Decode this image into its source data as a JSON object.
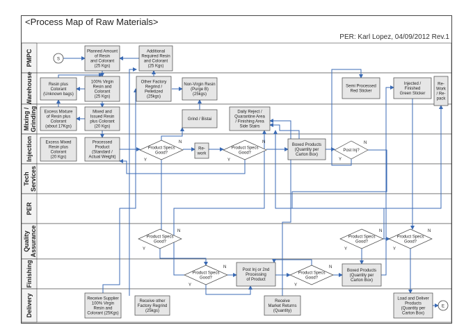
{
  "title": "<Process Map of Raw Materials>",
  "meta": "PER:  Karl Lopez, 04/09/2012 Rev.1",
  "lanes": [
    "PMPC",
    "Warehouse",
    "Mixing / Grinding",
    "Injection",
    "Tech Services",
    "PER",
    "Quality Assurance",
    "Finishing",
    "Delivery"
  ],
  "terminals": {
    "start": "S",
    "end": "E"
  },
  "boxes": {
    "planned": [
      "Planned Amount",
      "of Resin",
      "and Colorant",
      "(25 Kgs)"
    ],
    "additional": [
      "Additional",
      "Required Resin",
      "and Colorant",
      "(25 Kgs)"
    ],
    "resin_plus_colorant": [
      "Resin plus",
      "Colorant",
      "(Unknown bags)"
    ],
    "virgin_resin": [
      "100% Virgin",
      "Resin and",
      "Colorant",
      "(25 Kgs)"
    ],
    "other_factory": [
      "Other Factory",
      "Regrind /",
      "Pelletized",
      "(25kgs)"
    ],
    "non_virgin": [
      "Non-Virgin Resin",
      "(Purge B)",
      "(25kgs)"
    ],
    "semi_processed": [
      "Semi Processed",
      "Red Sticker"
    ],
    "injected_finished": [
      "Injected /",
      "Finished",
      "Green Sticker"
    ],
    "rework_repack": [
      "Re-",
      "Work",
      "/ Re-",
      "pack"
    ],
    "excess_mixture": [
      "Excess Mixture",
      "of Resin plus",
      "Colorant",
      "(about 17Kgs)"
    ],
    "mixed_issued": [
      "Mixed and",
      "Issued Resin",
      "plus Colorant",
      "(20 Kgs)"
    ],
    "grind_bistai": [
      "Grind / Bistai"
    ],
    "daily_reject": [
      "Daily Reject /",
      "Quarantine Area",
      "/ Finishing Area",
      "Side Stairs"
    ],
    "excess_mixed": [
      "Excess Mixed",
      "Resin plus",
      "Colorant",
      "(20 Kgs)"
    ],
    "processed_product": [
      "Processed",
      "Product",
      "(Standard /",
      "Actual Weight)"
    ],
    "rework": [
      "Re-",
      "work"
    ],
    "boxed_injection": [
      "Boxed Products",
      "(Quantity per",
      "Carton Box)"
    ],
    "post_inj_processing": [
      "Post Inj or 2nd",
      "Processing",
      "of Product"
    ],
    "boxed_finishing": [
      "Boxed Products",
      "(Quantity per",
      "Carton Box)"
    ],
    "receive_supplier": [
      "Receive Supplier",
      "100% Virgin",
      "Resin and",
      "Colorant (25Kgs)"
    ],
    "receive_other": [
      "Receive other",
      "Factory Regrind",
      "(25kgs)"
    ],
    "receive_returns": [
      "Receive",
      "Market Returns",
      "(Quantity)"
    ],
    "load_deliver": [
      "Load and Deliver",
      "Products",
      "(Quantity per",
      "Carton Box)"
    ]
  },
  "decisions": {
    "inj_specs1": [
      "Product Specs",
      "Good?"
    ],
    "inj_specs2": [
      "Product Specs",
      "Good?"
    ],
    "post_inj": [
      "Post Inj?"
    ],
    "qa_specs1": [
      "Product Specs",
      "Good?"
    ],
    "qa_specs2": [
      "Product Specs",
      "Good?"
    ],
    "qa_specs3": [
      "Product Specs",
      "Good?"
    ],
    "fin_specs1": [
      "Product Specs",
      "Good?"
    ],
    "fin_specs2": [
      "Product Specs",
      "Good?"
    ]
  },
  "branch_labels": {
    "yes": "Y",
    "no": "N"
  },
  "colors": {
    "box_fill": "#e6e6e6",
    "arrow": "#3a6ab4",
    "line": "#444444",
    "lane_fill": "#f3f3f3"
  }
}
